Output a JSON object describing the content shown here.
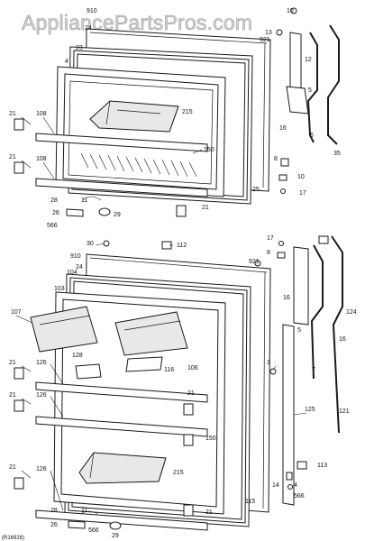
{
  "watermark": "AppliancePartsPros.com",
  "code": "(R16928)",
  "top_callouts": [
    "10",
    "910",
    "24",
    "23",
    "4",
    "921",
    "13",
    "12",
    "6",
    "5",
    "35",
    "16",
    "8",
    "21",
    "108",
    "215",
    "150",
    "25",
    "10",
    "17",
    "28",
    "11",
    "26",
    "566",
    "29",
    "21",
    "108",
    "21"
  ],
  "bottom_callouts": [
    "30",
    "910",
    "112",
    "24",
    "104",
    "103",
    "107",
    "921",
    "17",
    "8",
    "16",
    "5",
    "124",
    "16",
    "121",
    "7",
    "128",
    "116",
    "106",
    "126",
    "21",
    "21",
    "3",
    "126",
    "21",
    "125",
    "150",
    "126",
    "215",
    "21",
    "28",
    "11",
    "26",
    "566",
    "29",
    "113",
    "14",
    "115",
    "4",
    "566",
    "21"
  ]
}
